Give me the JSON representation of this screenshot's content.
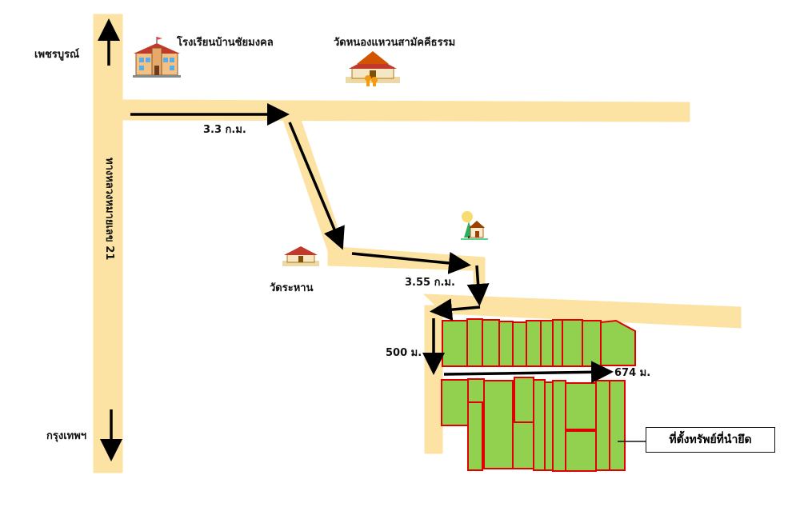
{
  "colors": {
    "road": "#fde3a3",
    "parcel_fill": "#92d050",
    "parcel_border": "#e00000",
    "arrow": "#000000"
  },
  "labels": {
    "north_direction": "เพชรบูรณ์",
    "south_direction": "กรุงเทพฯ",
    "highway": "ทางหลวงหมายเลข 21",
    "school": "โรงเรียนบ้านชัยมงคล",
    "temple_north": "วัดหนองแหวนสามัคคีธรรม",
    "temple_middle": "วัดระหาน",
    "dist_1": "3.3 ก.ม.",
    "dist_2": "3.55 ก.ม.",
    "dist_3": "500 ม.",
    "dist_4": "674 ม.",
    "property_callout": "ที่ตั้งทรัพย์ที่นำยึด"
  },
  "icons": [
    "school-icon",
    "temple-icon",
    "temple-icon",
    "house-icon"
  ]
}
